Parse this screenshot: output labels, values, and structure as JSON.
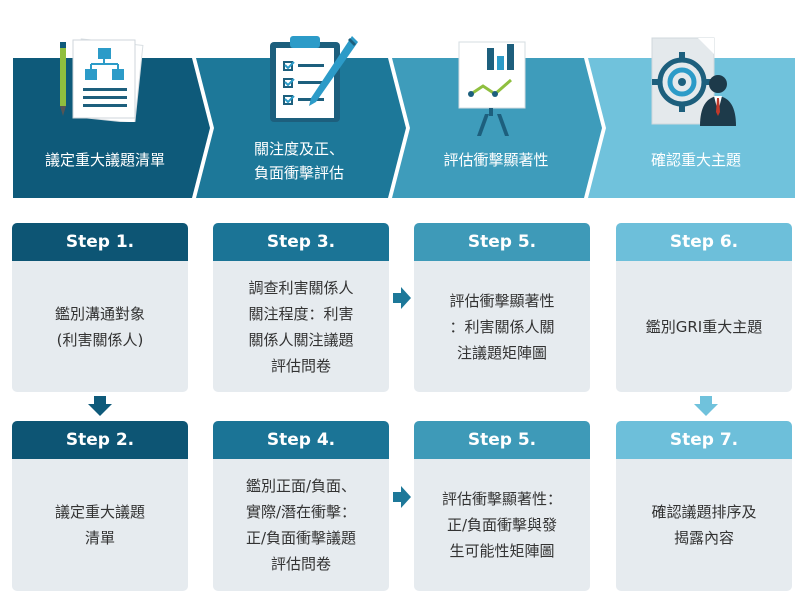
{
  "phases": [
    {
      "label": "議定重大議題清單",
      "color": "#0e5a7a"
    },
    {
      "label": "關注度及正、\n負面衝擊評估",
      "color": "#1d7899"
    },
    {
      "label": "評估衝擊顯著性",
      "color": "#3e9cbb"
    },
    {
      "label": "確認重大主題",
      "color": "#70c2dc"
    }
  ],
  "cards": {
    "s1": {
      "title": "Step 1.",
      "body": "鑑別溝通對象\n(利害關係人)"
    },
    "s2": {
      "title": "Step 2.",
      "body": "議定重大議題\n清單"
    },
    "s3": {
      "title": "Step 3.",
      "body": "調查利害關係人\n關注程度：利害\n關係人關注議題\n評估問卷"
    },
    "s4": {
      "title": "Step 4.",
      "body": "鑑別正面/負面、\n實際/潛在衝擊：\n正/負面衝擊議題\n評估問卷"
    },
    "s5a": {
      "title": "Step 5.",
      "body": "評估衝擊顯著性\n：利害關係人關\n注議題矩陣圖"
    },
    "s5b": {
      "title": "Step 5.",
      "body": "評估衝擊顯著性：\n正/負面衝擊與發\n生可能性矩陣圖"
    },
    "s6": {
      "title": "Step 6.",
      "body": "鑑別GRI重大主題"
    },
    "s7": {
      "title": "Step 7.",
      "body": "確認議題排序及\n揭露內容"
    }
  },
  "icons": [
    "flowchart-document-icon",
    "checklist-clipboard-icon",
    "presentation-chart-icon",
    "target-businessman-icon"
  ]
}
